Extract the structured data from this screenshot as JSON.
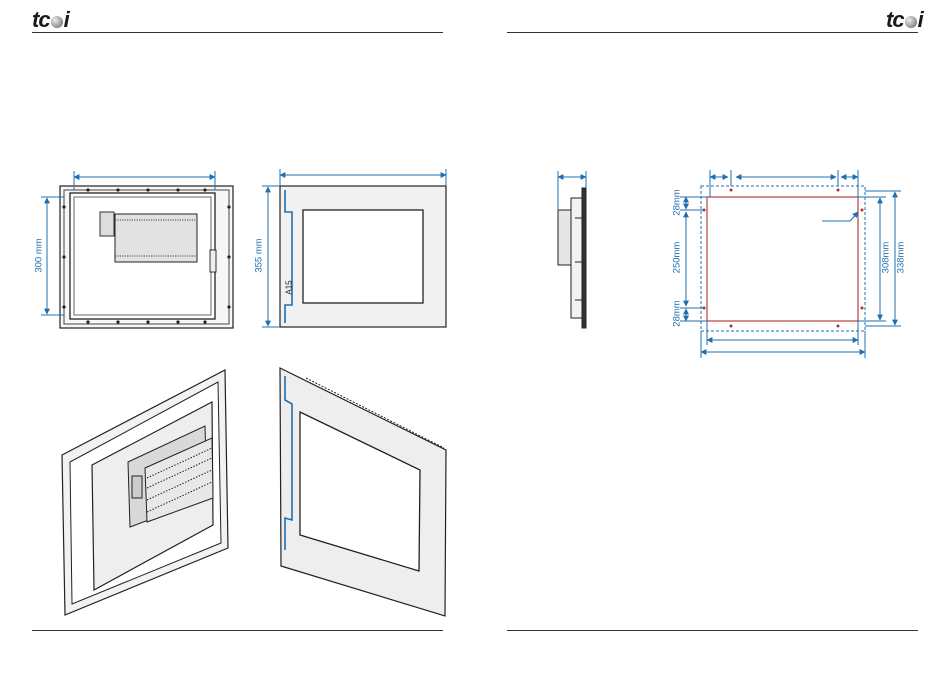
{
  "header": {
    "logo_left": {
      "pre": "tc",
      "post": "i"
    },
    "logo_right": {
      "pre": "tc",
      "post": "i"
    }
  },
  "dimensions": {
    "back_height": "300 mm",
    "front_height": "355 mm",
    "cutout_top_margin": "28mm",
    "cutout_middle": "250mm",
    "cutout_bottom_margin": "28mm",
    "cutout_height": "308mm",
    "outer_height": "338mm"
  },
  "front_panel_label": "A15",
  "colors": {
    "dimension": "#1f6fb0",
    "cutout": "#b03030",
    "line": "#333333"
  }
}
